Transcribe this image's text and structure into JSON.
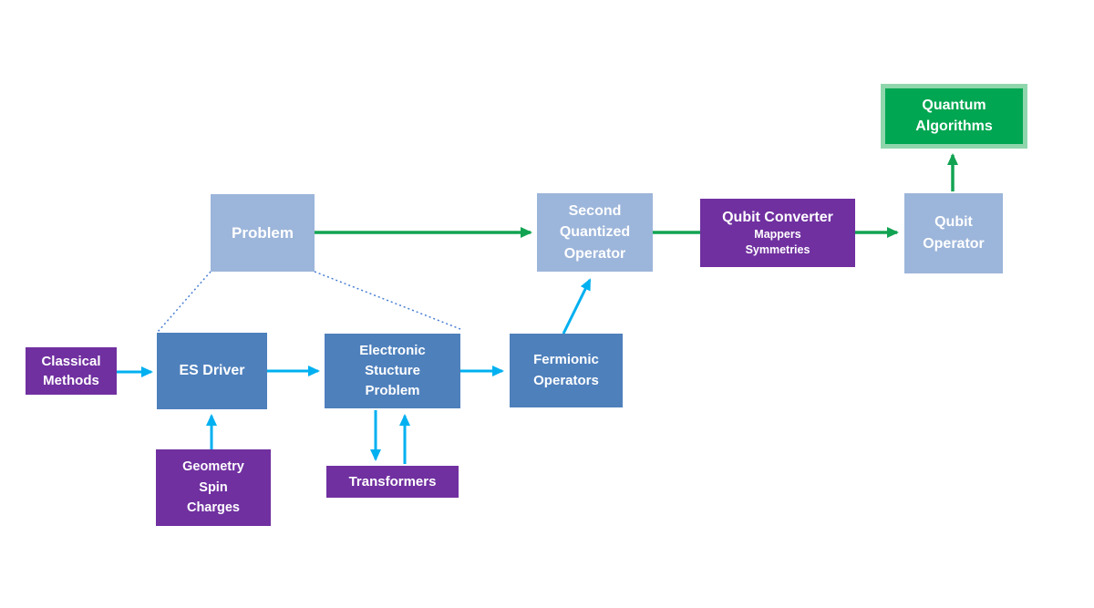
{
  "diagram": {
    "background": "#ffffff",
    "colors": {
      "light_blue_box": "#9cb5da",
      "medium_blue_box": "#4e80bc",
      "purple_box": "#7030a0",
      "green_box_fill": "#00a651",
      "green_box_border": "#8fd6ac",
      "green_arrow": "#12a352",
      "cyan_arrow": "#00b0f0",
      "dotted_line": "#4a7fd4",
      "box_text": "#ffffff"
    },
    "nodes": {
      "problem": {
        "label": "Problem"
      },
      "second_quantized_operator": {
        "label": "Second\nQuantized\nOperator"
      },
      "qubit_converter": {
        "title": "Qubit Converter",
        "subtitle": "Mappers\nSymmetries"
      },
      "qubit_operator": {
        "label": "Qubit\nOperator"
      },
      "quantum_algorithms": {
        "label": "Quantum\nAlgorithms"
      },
      "classical_methods": {
        "label": "Classical\nMethods"
      },
      "es_driver": {
        "label": "ES Driver"
      },
      "electronic_structure_problem": {
        "label": "Electronic\nStucture\nProblem"
      },
      "fermionic_operators": {
        "label": "Fermionic\nOperators"
      },
      "geometry_spin_charges": {
        "label": "Geometry\nSpin\nCharges"
      },
      "transformers": {
        "label": "Transformers"
      }
    },
    "edges": [
      {
        "from": "problem",
        "to": "second_quantized_operator",
        "color": "green",
        "style": "solid",
        "arrowhead": true
      },
      {
        "from": "second_quantized_operator",
        "to": "qubit_converter",
        "color": "green",
        "style": "solid",
        "arrowhead": false
      },
      {
        "from": "qubit_converter",
        "to": "qubit_operator",
        "color": "green",
        "style": "solid",
        "arrowhead": true
      },
      {
        "from": "qubit_operator",
        "to": "quantum_algorithms",
        "color": "green",
        "style": "solid",
        "arrowhead": true
      },
      {
        "from": "classical_methods",
        "to": "es_driver",
        "color": "cyan",
        "style": "solid",
        "arrowhead": true
      },
      {
        "from": "es_driver",
        "to": "electronic_structure_problem",
        "color": "cyan",
        "style": "solid",
        "arrowhead": true
      },
      {
        "from": "electronic_structure_problem",
        "to": "fermionic_operators",
        "color": "cyan",
        "style": "solid",
        "arrowhead": true
      },
      {
        "from": "fermionic_operators",
        "to": "second_quantized_operator",
        "color": "cyan",
        "style": "solid",
        "arrowhead": true
      },
      {
        "from": "geometry_spin_charges",
        "to": "es_driver",
        "color": "cyan",
        "style": "solid",
        "arrowhead": true
      },
      {
        "from": "electronic_structure_problem",
        "to": "transformers",
        "color": "cyan",
        "style": "solid",
        "arrowhead": true
      },
      {
        "from": "transformers",
        "to": "electronic_structure_problem",
        "color": "cyan",
        "style": "solid",
        "arrowhead": true
      },
      {
        "from": "problem",
        "to": "es_driver",
        "color": "blue",
        "style": "dotted",
        "arrowhead": false
      },
      {
        "from": "problem",
        "to": "electronic_structure_problem",
        "color": "blue",
        "style": "dotted",
        "arrowhead": false
      }
    ]
  }
}
